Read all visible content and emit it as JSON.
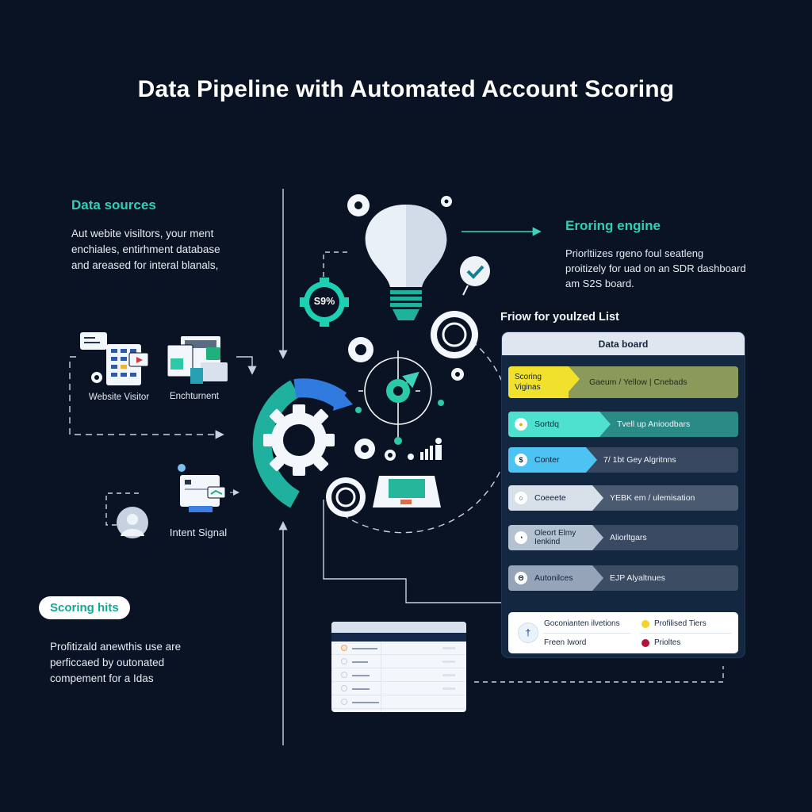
{
  "title": "Data Pipeline with Automated Account Scoring",
  "data_sources": {
    "heading": "Data sources",
    "body_lines": [
      "Aut webite visiltors, your ment",
      "enchiales, entirhment database",
      "and areased for interal blanals,"
    ],
    "icons": [
      {
        "label": "Website Visitor",
        "icon": "website-visitor-icon"
      },
      {
        "label": "Enchturnent",
        "icon": "enrichment-icon"
      },
      {
        "label": "Intent Signal",
        "icon": "intent-signal-icon"
      }
    ]
  },
  "scoring_engine": {
    "heading": "Eroring engine",
    "body_lines": [
      "Priorltiizes rgeno foul seatleng",
      "proitizely for uad on an SDR dashboard",
      "am S2S board."
    ],
    "gauge_percent": "S9%"
  },
  "scoring_hits": {
    "pill_label": "Scoring hits",
    "body_lines": [
      "Profitizald anewthis use are",
      "perficcaed by outonated",
      "compement for a Idas"
    ]
  },
  "list_panel": {
    "title": "Friow for youlzed List",
    "board_header": "Data board",
    "rows": [
      {
        "tag": "Scoring Viginas",
        "value": "Gaeum / Yellow  |  Cnebads",
        "icon": "",
        "tag_color": "#f2e12c",
        "value_color": "#8a9a5b"
      },
      {
        "tag": "Sortdq",
        "value": "Tvell up Anioodbars",
        "icon": "●",
        "tag_color": "#4fe1cf",
        "value_color": "#2a8a86"
      },
      {
        "tag": "Conter",
        "value": "7/ 1bt Gey Algritnns",
        "icon": "$",
        "tag_color": "#4cc3f2",
        "value_color": "#36475f"
      },
      {
        "tag": "Coeeete",
        "value": "YEBK em / ulemisation",
        "icon": "○",
        "tag_color": "#d8e0ea",
        "value_color": "#4a5a71"
      },
      {
        "tag": "Oleort Elmy Ienkind",
        "value": "Aliorltgars",
        "icon": "◔",
        "tag_color": "#b4c1d1",
        "value_color": "#3a4a62"
      },
      {
        "tag": "Autonilces",
        "value": "EJP Alyaltnues",
        "icon": "Θ",
        "tag_color": "#95a4b8",
        "value_color": "#3c4c63"
      }
    ],
    "legend": {
      "icon": "†",
      "items": [
        {
          "label": "Goconianten ilvetions"
        },
        {
          "label": "Freen Iword"
        },
        {
          "label": "Profilised Tiers",
          "color": "#f6d128"
        },
        {
          "label": "Prioltes",
          "color": "#b3123a"
        }
      ]
    }
  },
  "colors": {
    "background": "#0a1324",
    "accent_teal": "#2fd0b4",
    "accent_blue": "#2f7be0",
    "text": "#e6ecf3"
  }
}
